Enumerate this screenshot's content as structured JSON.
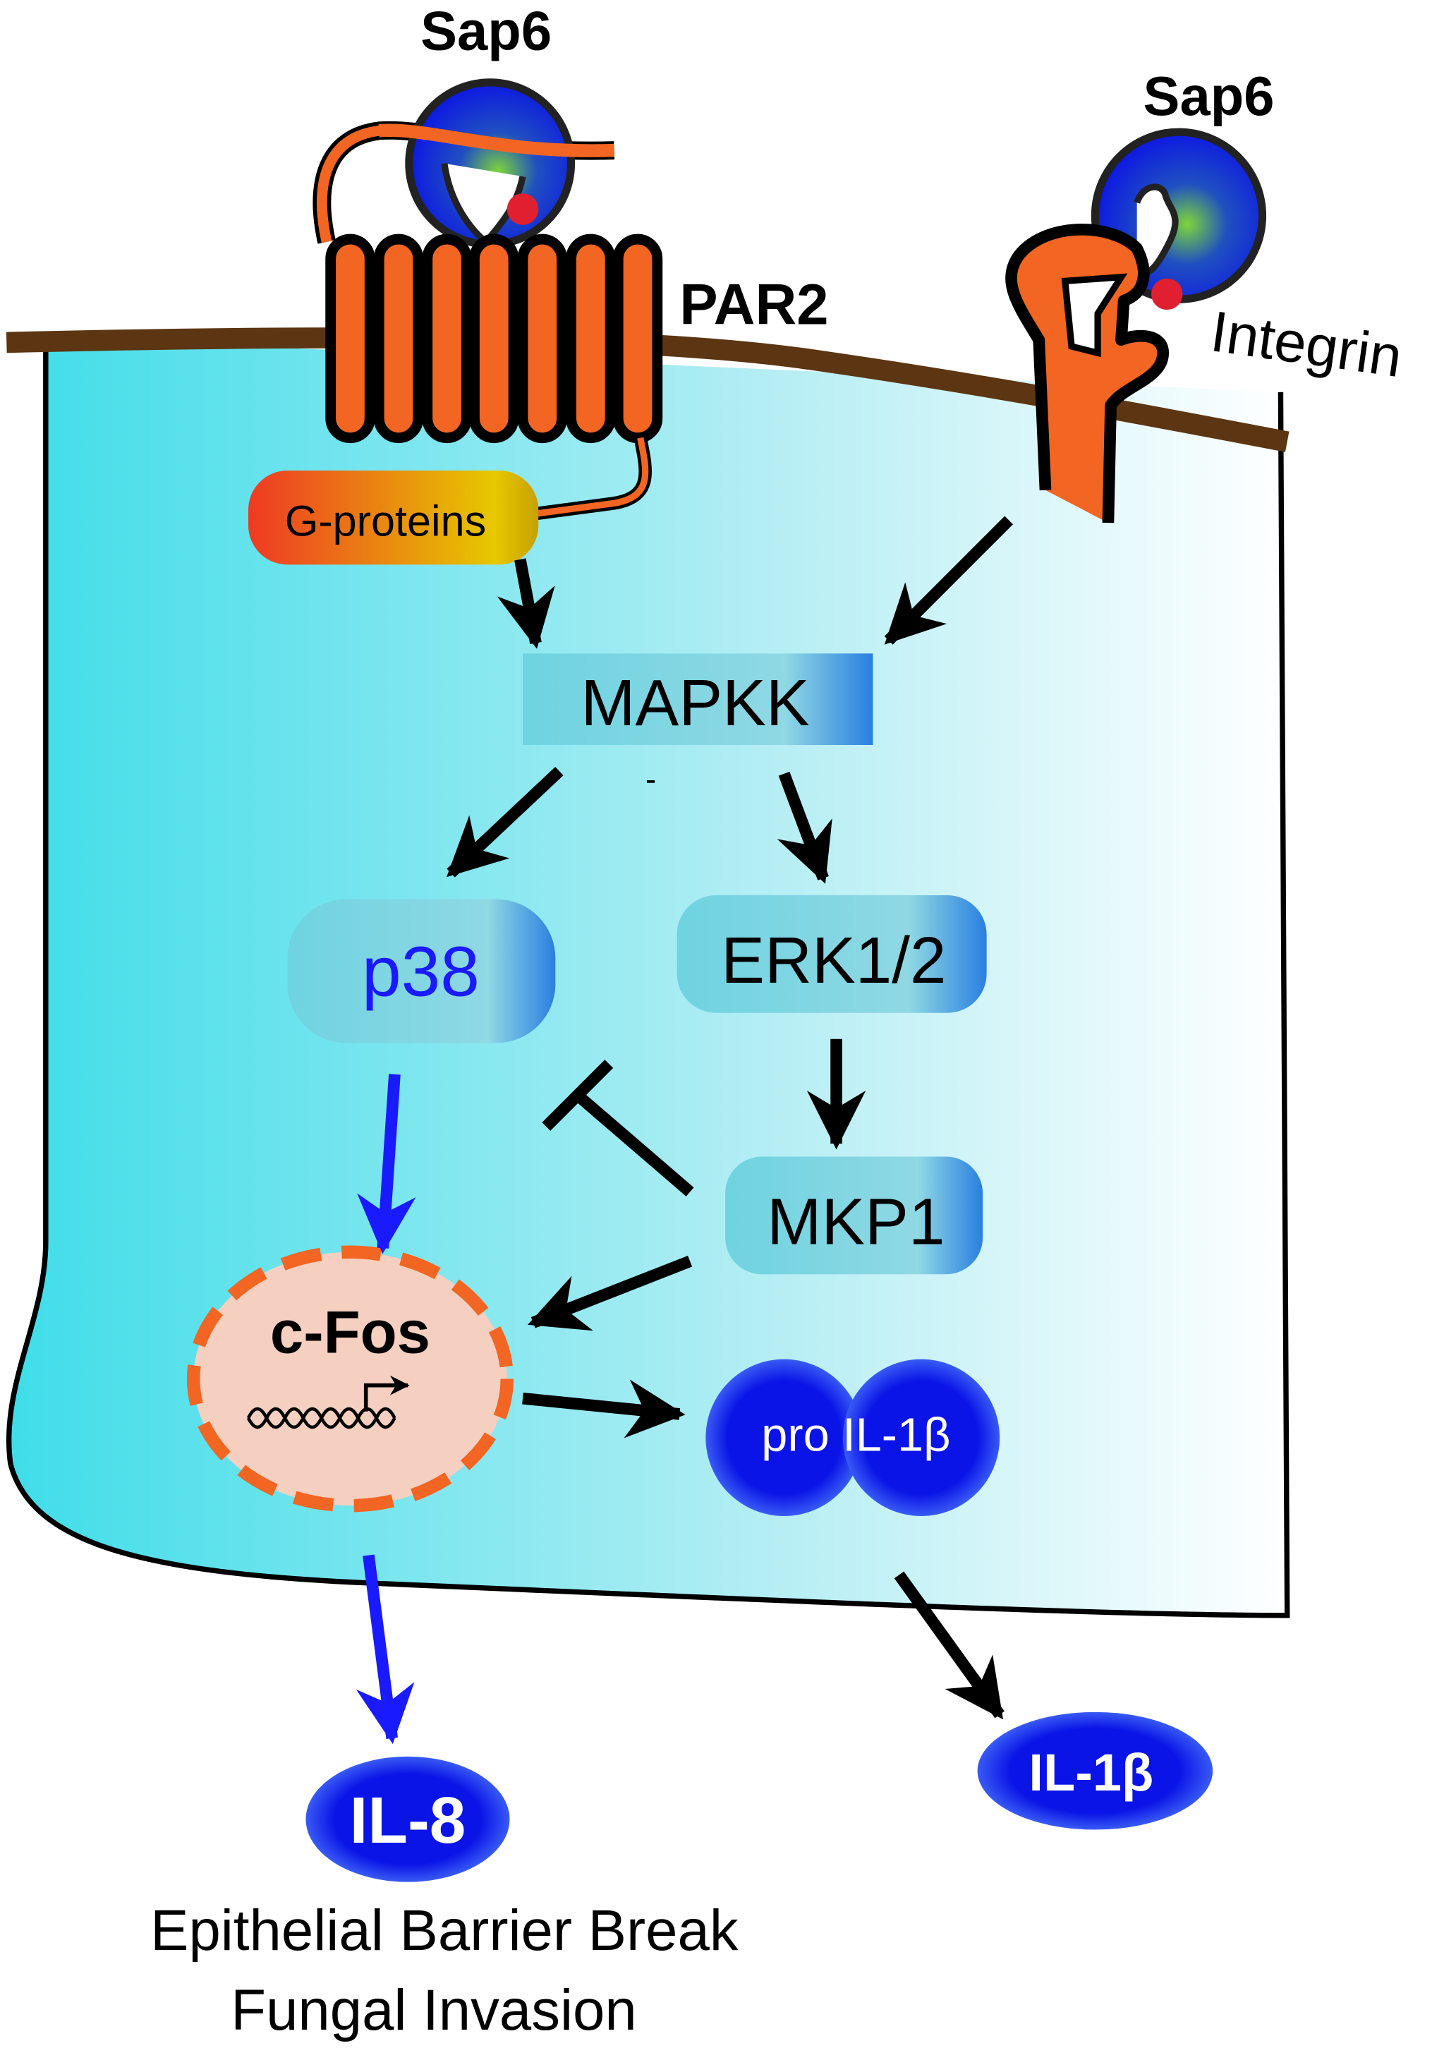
{
  "ligands": {
    "sap6_left": "Sap6",
    "sap6_right": "Sap6"
  },
  "receptors": {
    "par2": "PAR2",
    "integrin": "Integrin"
  },
  "nodes": {
    "g_proteins": "G-proteins",
    "mapkk": "MAPKK",
    "p38": "p38",
    "erk": "ERK1/2",
    "mkp1": "MKP1",
    "cfos": "c-Fos",
    "pro_il1b": "pro IL-1β",
    "il1b": "IL-1β",
    "il8": "IL-8"
  },
  "outcome": {
    "line1": "Epithelial Barrier Break",
    "line2": "Fungal Invasion"
  },
  "colors": {
    "receptor": "#f26522",
    "membrane": "#5c3512",
    "cytokine": "#0a14e6",
    "activation_blue": "#1a1aff"
  }
}
